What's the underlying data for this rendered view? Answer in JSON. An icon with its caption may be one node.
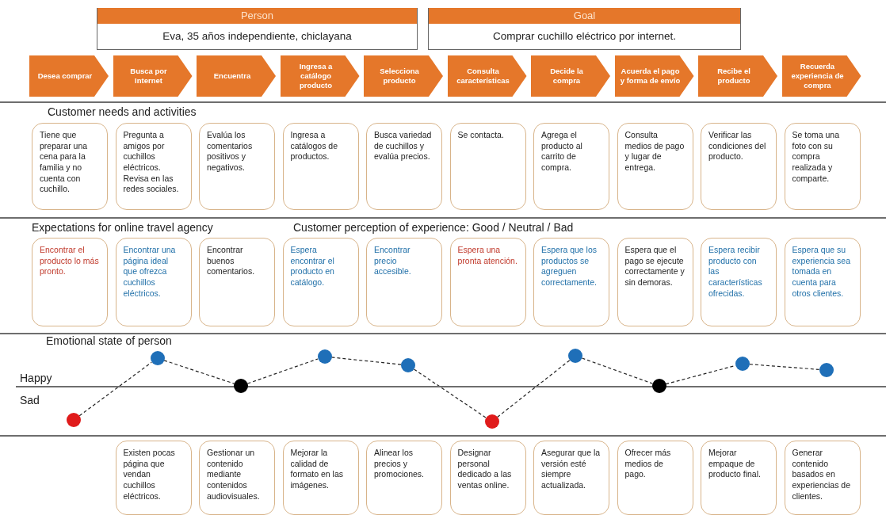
{
  "diagram": {
    "nodes": [
      {
        "text": [
          "Person",
          "Eva, 35 años independiente, chiclayana"
        ]
      },
      {
        "text": [
          "Goal",
          "Comprar cuchillo eléctrico por internet."
        ]
      },
      {
        "text": [
          "Desea comprar"
        ]
      },
      {
        "text": [
          "Busca por Internet"
        ]
      },
      {
        "text": [
          "Encuentra"
        ]
      },
      {
        "text": [
          "Ingresa a catálogo producto"
        ]
      },
      {
        "text": [
          "Selecciona producto"
        ]
      },
      {
        "text": [
          "Consulta características"
        ]
      },
      {
        "text": [
          "Decide la compra"
        ]
      },
      {
        "text": [
          "Acuerda el pago y forma de envío"
        ]
      },
      {
        "text": [
          "Recibe el producto"
        ]
      },
      {
        "text": [
          "Recuerda experiencia de compra"
        ]
      },
      {
        "text": [
          "Tiene que preparar una cena para la familia y no cuenta con cuchillo."
        ]
      },
      {
        "text": [
          "Pregunta a amigos por cuchillos eléctricos. Revisa en las redes sociales."
        ]
      },
      {
        "text": [
          "Evalúa los comentarios positivos y negativos."
        ]
      },
      {
        "text": [
          "Ingresa a catálogos de productos."
        ]
      },
      {
        "text": [
          "Busca variedad de cuchillos y evalúa precios."
        ]
      },
      {
        "text": [
          "Se contacta."
        ]
      },
      {
        "text": [
          "Agrega el producto al carrito de compra."
        ]
      },
      {
        "text": [
          "Consulta medios de pago y lugar de entrega."
        ]
      },
      {
        "text": [
          "Verificar las condiciones del producto."
        ]
      },
      {
        "text": [
          "Se toma una foto con su compra realizada y comparte."
        ]
      },
      {
        "text": [
          "Encontrar el producto lo más pronto."
        ]
      },
      {
        "text": [
          "Encontrar una página ideal que ofrezca cuchillos eléctricos."
        ]
      },
      {
        "text": [
          "Encontrar buenos comentarios."
        ]
      },
      {
        "text": [
          "Espera encontrar el producto en catálogo."
        ]
      },
      {
        "text": [
          "Encontrar precio accesible."
        ]
      },
      {
        "text": [
          "Espera una pronta atención."
        ]
      },
      {
        "text": [
          "Espera que los productos se agreguen correctamente."
        ]
      },
      {
        "text": [
          "Espera que el pago se ejecute correctamente y sin demoras."
        ]
      },
      {
        "text": [
          "Espera recibir producto con las características ofrecidas."
        ]
      },
      {
        "text": [
          "Espera que su experiencia sea tomada en cuenta para otros clientes."
        ]
      },
      {
        "text": [],
        "shape": "circle"
      },
      {
        "text": [],
        "shape": "circle"
      },
      {
        "text": [],
        "shape": "circle"
      },
      {
        "text": [],
        "shape": "circle"
      },
      {
        "text": [],
        "shape": "circle"
      },
      {
        "text": [],
        "shape": "circle"
      },
      {
        "text": [],
        "shape": "circle"
      },
      {
        "text": [],
        "shape": "circle"
      },
      {
        "text": [],
        "shape": "circle"
      },
      {
        "text": [],
        "shape": "circle"
      },
      {
        "text": [
          "Existen pocas página que vendan cuchillos eléctricos."
        ]
      },
      {
        "text": [
          "Gestionar un contenido mediante contenidos audiovisuales."
        ]
      },
      {
        "text": [
          "Mejorar la calidad de formato en las imágenes."
        ]
      },
      {
        "text": [
          "Alinear los precios y promociones."
        ]
      },
      {
        "text": [
          "Designar personal dedicado a las ventas online."
        ]
      },
      {
        "text": [
          "Asegurar que la versión esté siempre actualizada."
        ]
      },
      {
        "text": [
          "Ofrecer más medios de pago."
        ]
      },
      {
        "text": [
          "Mejorar empaque de producto final."
        ]
      },
      {
        "text": [
          "Generar contenido basados en experiencias de clientes."
        ]
      }
    ],
    "edges": [
      {
        "from": 32,
        "to": 33,
        "arrow": "none",
        "style": "dashed"
      },
      {
        "from": 33,
        "to": 34,
        "arrow": "none",
        "style": "dashed"
      },
      {
        "from": 34,
        "to": 35,
        "arrow": "none",
        "style": "dashed"
      },
      {
        "from": 35,
        "to": 36,
        "arrow": "none",
        "style": "dashed"
      },
      {
        "from": 36,
        "to": 37,
        "arrow": "none",
        "style": "dashed"
      },
      {
        "from": 37,
        "to": 38,
        "arrow": "none",
        "style": "dashed"
      },
      {
        "from": 38,
        "to": 39,
        "arrow": "none",
        "style": "dashed"
      },
      {
        "from": 39,
        "to": 40,
        "arrow": "none",
        "style": "dashed"
      },
      {
        "from": 40,
        "to": 41,
        "arrow": "none",
        "style": "dashed"
      }
    ],
    "labels": [
      "Customer needs and activities",
      "Expectations for online travel agency",
      "Customer perception of experience: Good / Neutral / Bad",
      "Emotional state of person",
      "Happy",
      "Sad"
    ]
  }
}
